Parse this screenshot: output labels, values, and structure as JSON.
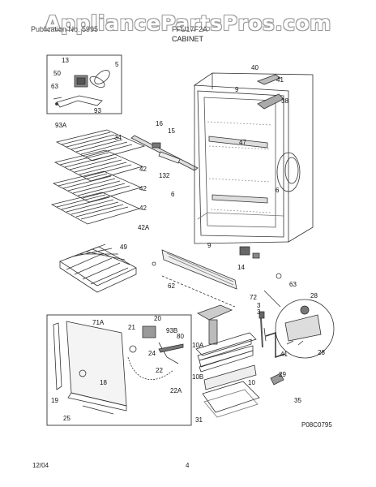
{
  "watermark": "AppliancePartsPros.com",
  "header": {
    "left": "Publication No. 5995",
    "model": "FFU17F2A",
    "section": "CABINET"
  },
  "figure_code": "P08C0795",
  "footer": {
    "date": "12/04",
    "page": "4"
  },
  "callouts": [
    "13",
    "5",
    "50",
    "63",
    "93",
    "93A",
    "34",
    "16",
    "15",
    "40",
    "41",
    "9",
    "38",
    "47",
    "42",
    "132",
    "42",
    "42",
    "42A",
    "6",
    "6",
    "49",
    "9",
    "14",
    "63",
    "62",
    "72",
    "28",
    "3",
    "71A",
    "20",
    "21",
    "93B",
    "80",
    "24",
    "22",
    "10A",
    "18",
    "41",
    "29",
    "10",
    "10B",
    "22A",
    "19",
    "28",
    "35",
    "25",
    "31",
    "3"
  ]
}
